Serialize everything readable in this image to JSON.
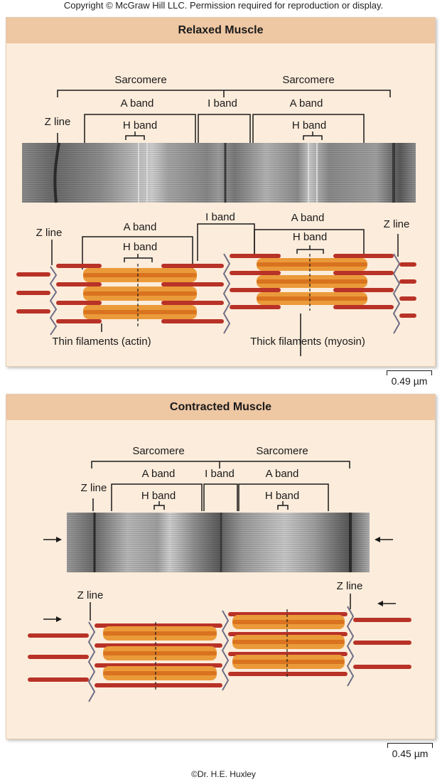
{
  "copyright": "Copyright © McGraw Hill LLC. Permission required for reproduction or display.",
  "credit": "©Dr. H.E. Huxley",
  "relaxed": {
    "title": "Relaxed Muscle",
    "sarcomere_left": "Sarcomere",
    "sarcomere_right": "Sarcomere",
    "a_band_left": "A band",
    "i_band": "I band",
    "a_band_right": "A band",
    "z_line": "Z line",
    "h_band_left": "H band",
    "h_band_right": "H band",
    "diag_a_band_left": "A band",
    "diag_i_band": "I band",
    "diag_a_band_right": "A band",
    "diag_z_line_left": "Z line",
    "diag_z_line_right": "Z line",
    "diag_h_band_left": "H band",
    "diag_h_band_right": "H band",
    "thin_filaments": "Thin filaments (actin)",
    "thick_filaments": "Thick filaments (myosin)",
    "scale": "0.49 µm"
  },
  "contracted": {
    "title": "Contracted Muscle",
    "sarcomere_left": "Sarcomere",
    "sarcomere_right": "Sarcomere",
    "a_band_left": "A band",
    "i_band": "I band",
    "a_band_right": "A band",
    "z_line": "Z line",
    "h_band_left": "H band",
    "h_band_right": "H band",
    "diag_z_line_left": "Z line",
    "diag_z_line_right": "Z line",
    "scale": "0.45 µm"
  },
  "colors": {
    "panel_bg": "#fcecdb",
    "header_bg": "#eec7a3",
    "thin_filament": "#b83227",
    "thick_filament": "#d9731f",
    "myosin_head": "#eb9a3a",
    "z_disc": "#6e6e86"
  }
}
